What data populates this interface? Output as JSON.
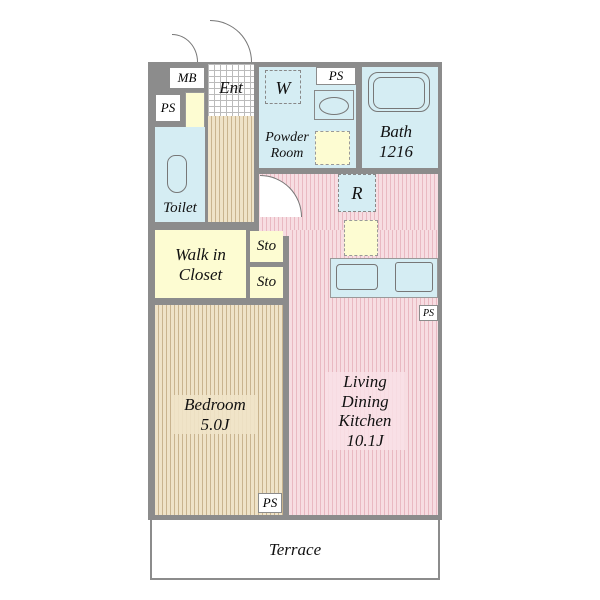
{
  "rooms": {
    "mb": "MB",
    "ent": "Ent",
    "ps1": "PS",
    "ps2": "PS",
    "ps3": "PS",
    "ps4": "PS",
    "washer": "W",
    "powder_l1": "Powder",
    "powder_l2": "Room",
    "bath_l1": "Bath",
    "bath_l2": "1216",
    "fridge": "R",
    "toilet": "Toilet",
    "wic_l1": "Walk in",
    "wic_l2": "Closet",
    "sto1": "Sto",
    "sto2": "Sto",
    "bed_l1": "Bedroom",
    "bed_l2": "5.0J",
    "ldk_l1": "Living",
    "ldk_l2": "Dining",
    "ldk_l3": "Kitchen",
    "ldk_l4": "10.1J",
    "terrace": "Terrace"
  },
  "colors": {
    "wall": "#8c8c8c",
    "wet": "#d5edf3",
    "storage": "#fdfcd2",
    "ldk": "#f7dde2",
    "bedroom": "#efe3c8"
  }
}
